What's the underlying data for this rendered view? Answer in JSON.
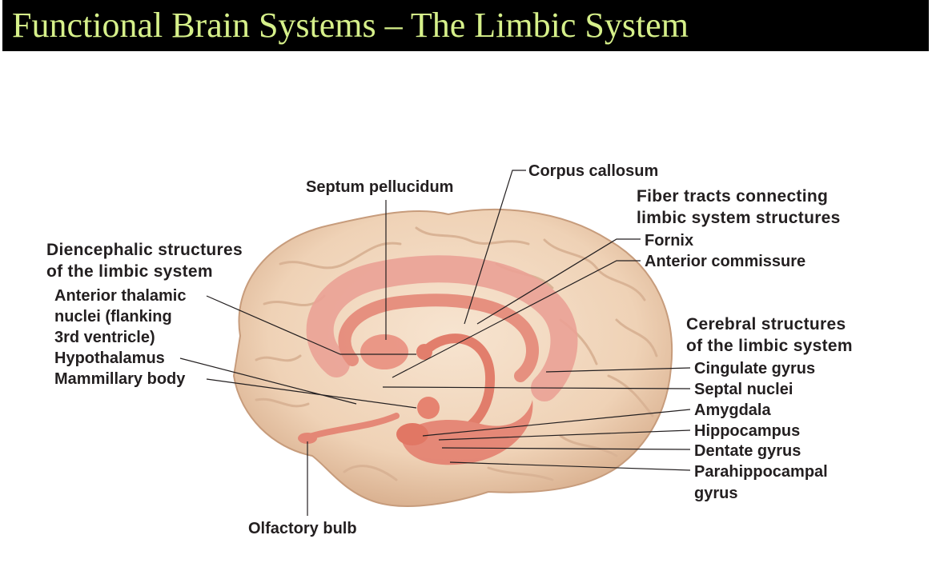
{
  "title": "Functional Brain Systems – The Limbic System",
  "colors": {
    "title_background": "#000000",
    "title_text": "#d6f08a",
    "brain": "#f1d7bd",
    "limbic": "#e27a68",
    "label_text": "#231f20"
  },
  "labels": {
    "septum_pellucidum": "Septum pellucidum",
    "corpus_callosum": "Corpus callosum",
    "fiber_tracts_header": [
      "Fiber tracts connecting",
      "limbic system structures"
    ],
    "fornix": "Fornix",
    "anterior_commissure": "Anterior commissure",
    "diencephalic_header": [
      "Diencephalic structures",
      "of the limbic system"
    ],
    "anterior_thalamic_nuclei": [
      "Anterior thalamic",
      "nuclei (flanking",
      "3rd ventricle)"
    ],
    "hypothalamus": "Hypothalamus",
    "mammillary_body": "Mammillary body",
    "cerebral_header": [
      "Cerebral structures",
      "of the limbic system"
    ],
    "cingulate_gyrus": "Cingulate gyrus",
    "septal_nuclei": "Septal nuclei",
    "amygdala": "Amygdala",
    "hippocampus": "Hippocampus",
    "dentate_gyrus": "Dentate gyrus",
    "parahippocampal_gyrus": [
      "Parahippocampal",
      "gyrus"
    ],
    "olfactory_bulb": "Olfactory bulb"
  }
}
